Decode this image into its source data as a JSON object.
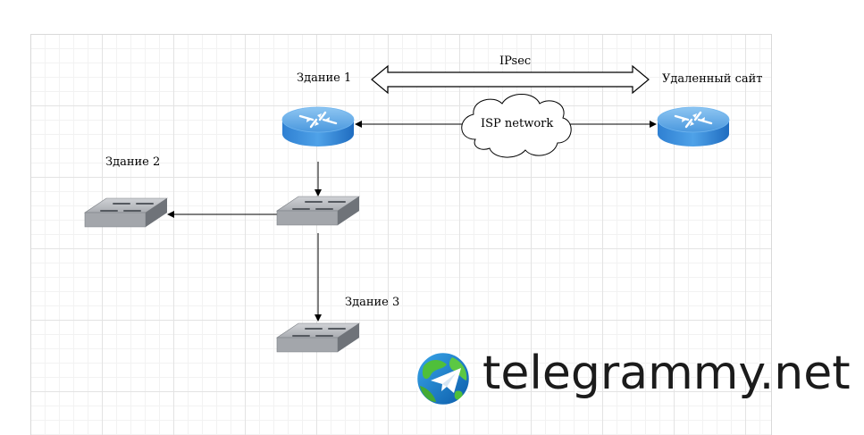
{
  "labels": {
    "building1": "Здание 1",
    "building2": "Здание 2",
    "building3": "Здание 3",
    "remote_site": "Удаленный сайт",
    "ipsec": "IPsec",
    "isp_network": "ISP network"
  },
  "watermark": {
    "text": "telegrammy.net",
    "logo": "telegram-globe-icon"
  },
  "colors": {
    "router_top": "#5aa6e6",
    "router_side": "#2f7fd0",
    "switch_body": "#b5b8bd",
    "switch_side": "#7d8187",
    "grid": "#e3e3e3"
  }
}
